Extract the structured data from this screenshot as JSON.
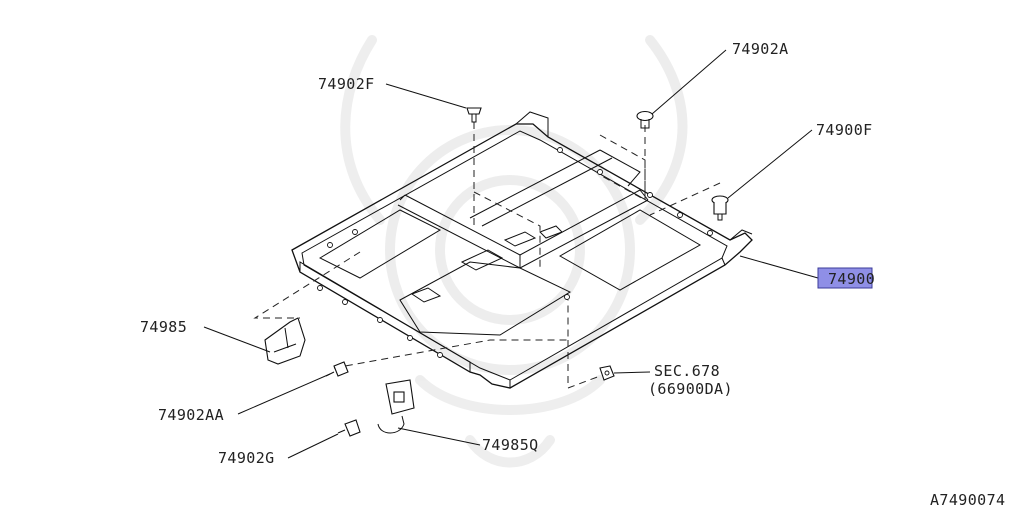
{
  "diagram": {
    "labels": {
      "p74902F": "74902F",
      "p74902A": "74902A",
      "p74900F": "74900F",
      "p74900": "74900",
      "p74985": "74985",
      "p74902AA": "74902AA",
      "p74902G": "74902G",
      "p74985Q": "74985Q",
      "sec_line1": "SEC.678",
      "sec_line2": "(66900DA)"
    },
    "figure_code": "A7490074",
    "highlight_color": "#8f8fe6"
  }
}
